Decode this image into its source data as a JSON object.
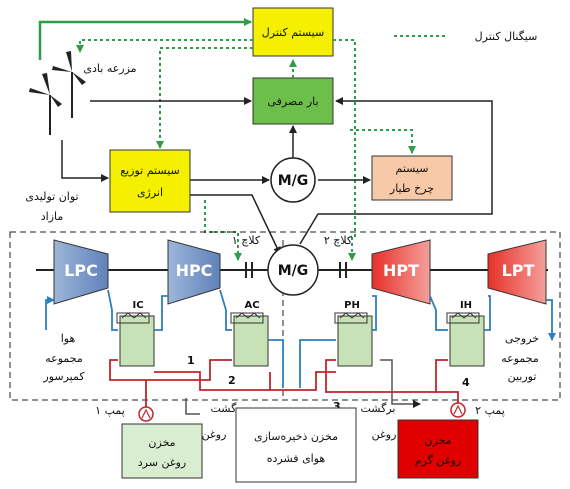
{
  "labels": {
    "control_system": "سیستم کنترل",
    "control_signal": "سیگنال کنترل",
    "wind_farm": "مزرعه بادی",
    "consumer_load": "بار مصرفی",
    "energy_dist_1": "سیستم توزیع",
    "energy_dist_2": "انرژی",
    "flywheel_1": "سیستم",
    "flywheel_2": "چرخ طیار",
    "surplus_power_1": "توان تولیدی",
    "surplus_power_2": "مازاد",
    "mg": "M/G",
    "clutch1": "کلاچ ۱",
    "clutch2": "کلاچ ۲",
    "lpc": "LPC",
    "hpc": "HPC",
    "hpt": "HPT",
    "lpt": "LPT",
    "ic": "IC",
    "ac": "AC",
    "ph": "PH",
    "ih": "IH",
    "air": "هوا",
    "compressor_set_1": "مجموعه",
    "compressor_set_2": "کمپرسور",
    "exhaust": "خروجی",
    "turbine_set_1": "مجموعه",
    "turbine_set_2": "توربین",
    "pump1": "پمپ ۱",
    "pump2": "پمپ ۲",
    "oil_return_l1": "برگشت",
    "oil_return_l2": "روغن",
    "oil_return_r1": "برگشت",
    "oil_return_r2": "روغن",
    "cold_tank_1": "مخزن",
    "cold_tank_2": "روغن سرد",
    "caes_tank_1": "مخزن ذخیره‌سازی",
    "caes_tank_2": "هوای فشرده",
    "hot_tank_1": "مخزن",
    "hot_tank_2": "روغن گرم",
    "n1": "1",
    "n2": "2",
    "n3": "3",
    "n4": "4"
  },
  "colors": {
    "yellow": "#f4f000",
    "green_box": "#6cbf4a",
    "peach": "#f7c9a7",
    "cold_green": "#d9edd0",
    "hot_red": "#e00000",
    "blue_comp": "#7f9fcc",
    "red_turb": "#e8302a",
    "signal": "#2e9e48",
    "oil_red": "#c0262d",
    "air_blue": "#2d7fc0",
    "hx_green": "#c7e2b6"
  }
}
